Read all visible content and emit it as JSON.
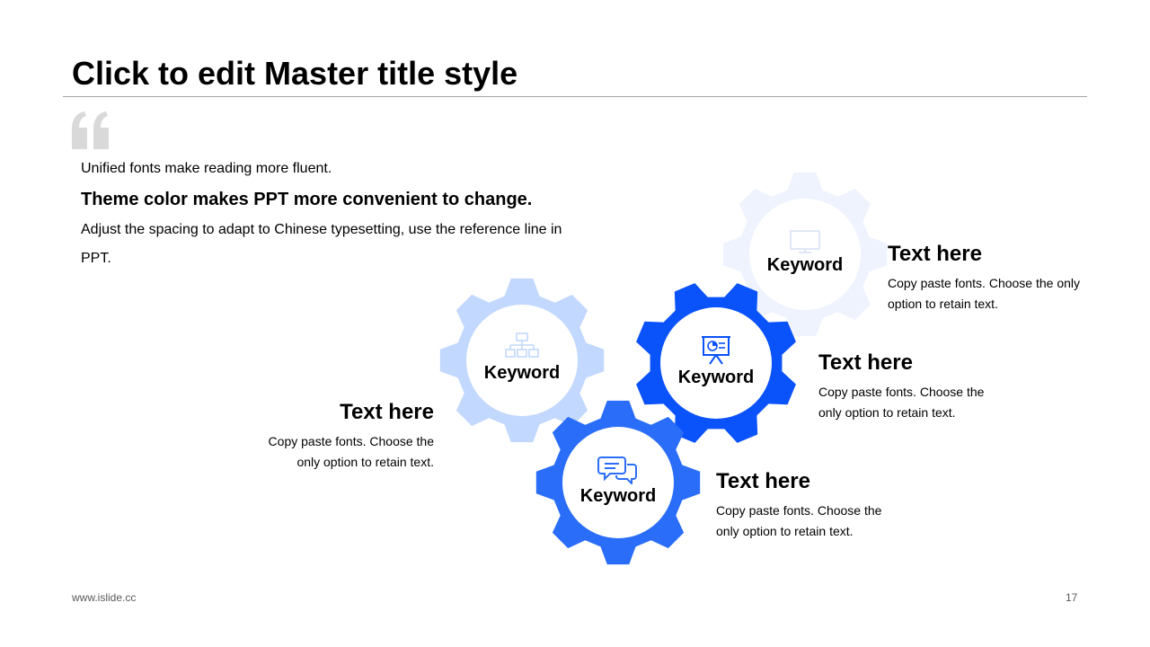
{
  "title": "Click to edit Master title style",
  "intro": {
    "line1": "Unified fonts make reading more fluent.",
    "line2": "Theme color makes PPT more convenient to change.",
    "line3": "Adjust the spacing to adapt to Chinese typesetting, use the reference line in PPT."
  },
  "colors": {
    "gear_faint": "#eef3fe",
    "gear_light": "#c2d8fe",
    "gear_deep": "#0a52fa",
    "gear_mid": "#2a6df9",
    "quote": "#d9d9d9"
  },
  "gears": [
    {
      "id": "top-right",
      "label": "Keyword",
      "icon": "monitor-icon",
      "color": "#eef3fe"
    },
    {
      "id": "left",
      "label": "Keyword",
      "icon": "org-chart-icon",
      "color": "#c2d8fe"
    },
    {
      "id": "center",
      "label": "Keyword",
      "icon": "presentation-board-icon",
      "color": "#0a52fa"
    },
    {
      "id": "bottom",
      "label": "Keyword",
      "icon": "chat-bubbles-icon",
      "color": "#2a6df9"
    }
  ],
  "blocks": [
    {
      "title": "Text here",
      "text": "Copy paste fonts. Choose the only option to retain text."
    },
    {
      "title": "Text here",
      "text": "Copy paste fonts. Choose the only option to retain text."
    },
    {
      "title": "Text here",
      "text": "Copy paste fonts. Choose the only option to retain text."
    },
    {
      "title": "Text here",
      "text": "Copy paste fonts. Choose the only option to retain text."
    }
  ],
  "footer": {
    "url": "www.islide.cc",
    "page": "17"
  }
}
